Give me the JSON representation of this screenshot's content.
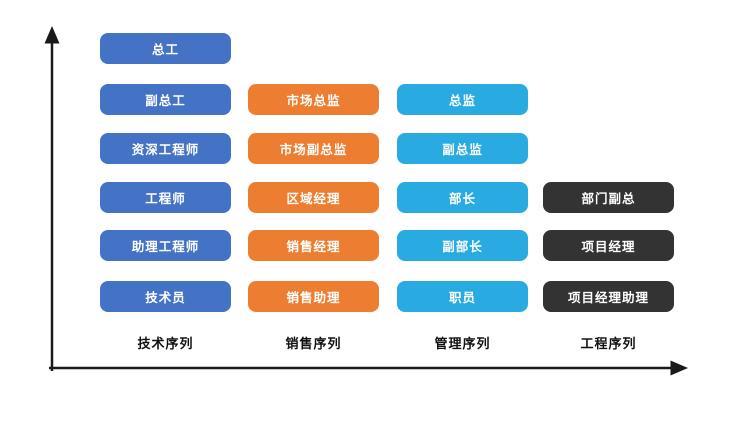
{
  "axis_color": "#1a1a1a",
  "columns": [
    {
      "label": "技术序列",
      "color": "#4472C4",
      "items": [
        "总工",
        "副总工",
        "资深工程师",
        "工程师",
        "助理工程师",
        "技术员"
      ]
    },
    {
      "label": "销售序列",
      "color": "#ED7D31",
      "items": [
        "市场总监",
        "市场副总监",
        "区域经理",
        "销售经理",
        "销售助理"
      ]
    },
    {
      "label": "管理序列",
      "color": "#29ABE2",
      "items": [
        "总监",
        "副总监",
        "部长",
        "副部长",
        "职员"
      ]
    },
    {
      "label": "工程序列",
      "color": "#333333",
      "items": [
        "部门副总",
        "项目经理",
        "项目经理助理"
      ]
    }
  ]
}
